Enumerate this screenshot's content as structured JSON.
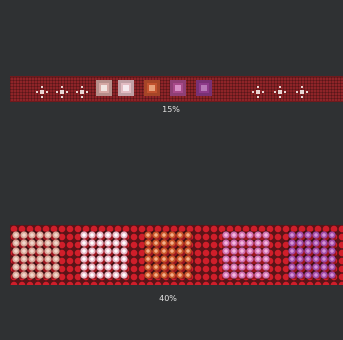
{
  "labels": {
    "zoom_small": "15%",
    "zoom_large": "40%"
  },
  "colors": {
    "background": "#2f3133",
    "strip_red": "#8e2428",
    "dot_red": "#d01e2a"
  },
  "swatches_small": [
    {
      "kind": "sparkle",
      "color": "#e8d6d4"
    },
    {
      "kind": "sparkle",
      "color": "#e8d6d4"
    },
    {
      "kind": "sparkle",
      "color": "#e8d6d4"
    },
    {
      "kind": "square",
      "color": "#d6a8a4",
      "center": "#f2e6e2"
    },
    {
      "kind": "square",
      "color": "#e2bcc2",
      "center": "#f6eaee"
    },
    {
      "kind": "square",
      "color": "#c2522e",
      "center": "#e8a07a"
    },
    {
      "kind": "square",
      "color": "#a84a8a",
      "center": "#d890c6"
    },
    {
      "kind": "square",
      "color": "#8e3a8a",
      "center": "#b878b8"
    },
    {
      "kind": "sparkle",
      "color": "#e8d6d4"
    },
    {
      "kind": "sparkle",
      "color": "#e8d6d4"
    },
    {
      "kind": "sparkle",
      "color": "#e8d6d4"
    }
  ],
  "swatches_large": [
    {
      "color": "#d9a89a",
      "glow": "#f2d8cc"
    },
    {
      "color": "#e8b8c6",
      "glow": "#ffffff"
    },
    {
      "color": "#c8552a",
      "glow": "#f4b08a"
    },
    {
      "color": "#d070b0",
      "glow": "#f4b8e0"
    },
    {
      "color": "#a04aa6",
      "glow": "#d494d8"
    }
  ]
}
